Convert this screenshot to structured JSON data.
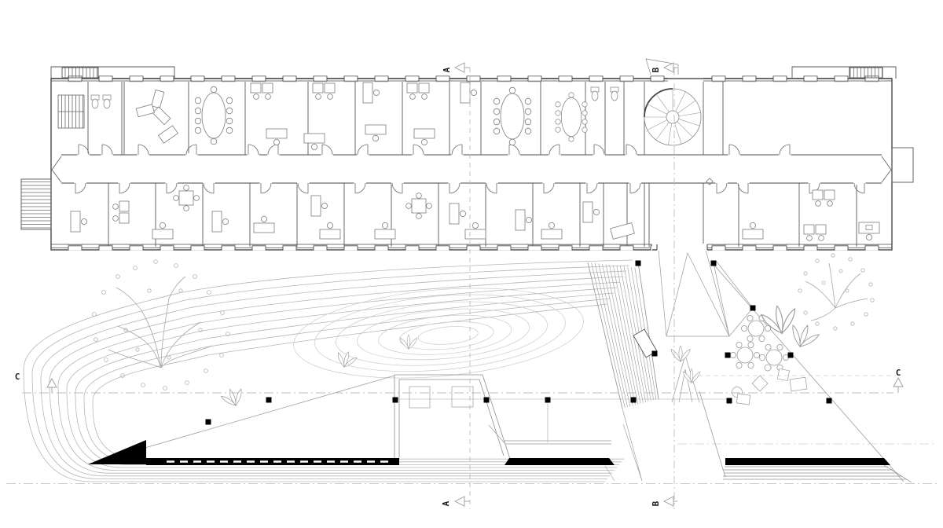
{
  "markers": {
    "a_top": "A",
    "a_bottom": "A",
    "b_top": "B",
    "b_bottom": "B",
    "c_left": "C",
    "c_right": "C"
  },
  "colors": {
    "background": "#ffffff",
    "wall_line": "#3a3a3a",
    "partition_line": "#5a5a5a",
    "furniture_line": "#7d7d7d",
    "site_line": "#b3b3b3",
    "contour_line": "#c8c8c8",
    "section_line": "#bdbdbd",
    "solid_fill": "#000000"
  }
}
